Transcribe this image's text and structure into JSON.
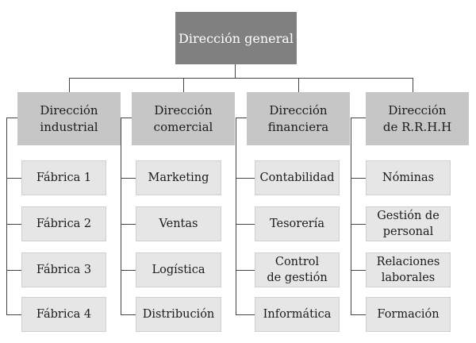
{
  "root": {
    "label": "Dirección general"
  },
  "departments": [
    {
      "label": "Dirección\nindustrial",
      "units": [
        "Fábrica 1",
        "Fábrica 2",
        "Fábrica 3",
        "Fábrica 4"
      ]
    },
    {
      "label": "Dirección\ncomercial",
      "units": [
        "Marketing",
        "Ventas",
        "Logística",
        "Distribución"
      ]
    },
    {
      "label": "Dirección\nfinanciera",
      "units": [
        "Contabilidad",
        "Tesorería",
        "Control\nde gestión",
        "Informática"
      ]
    },
    {
      "label": "Dirección\nde R.R.H.H",
      "units": [
        "Nóminas",
        "Gestión de\npersonal",
        "Relaciones\nlaborales",
        "Formación"
      ]
    }
  ],
  "colors": {
    "root_fill": "#808080",
    "department_fill": "#c6c6c6",
    "unit_fill": "#e6e6e6",
    "connector": "#444444"
  }
}
